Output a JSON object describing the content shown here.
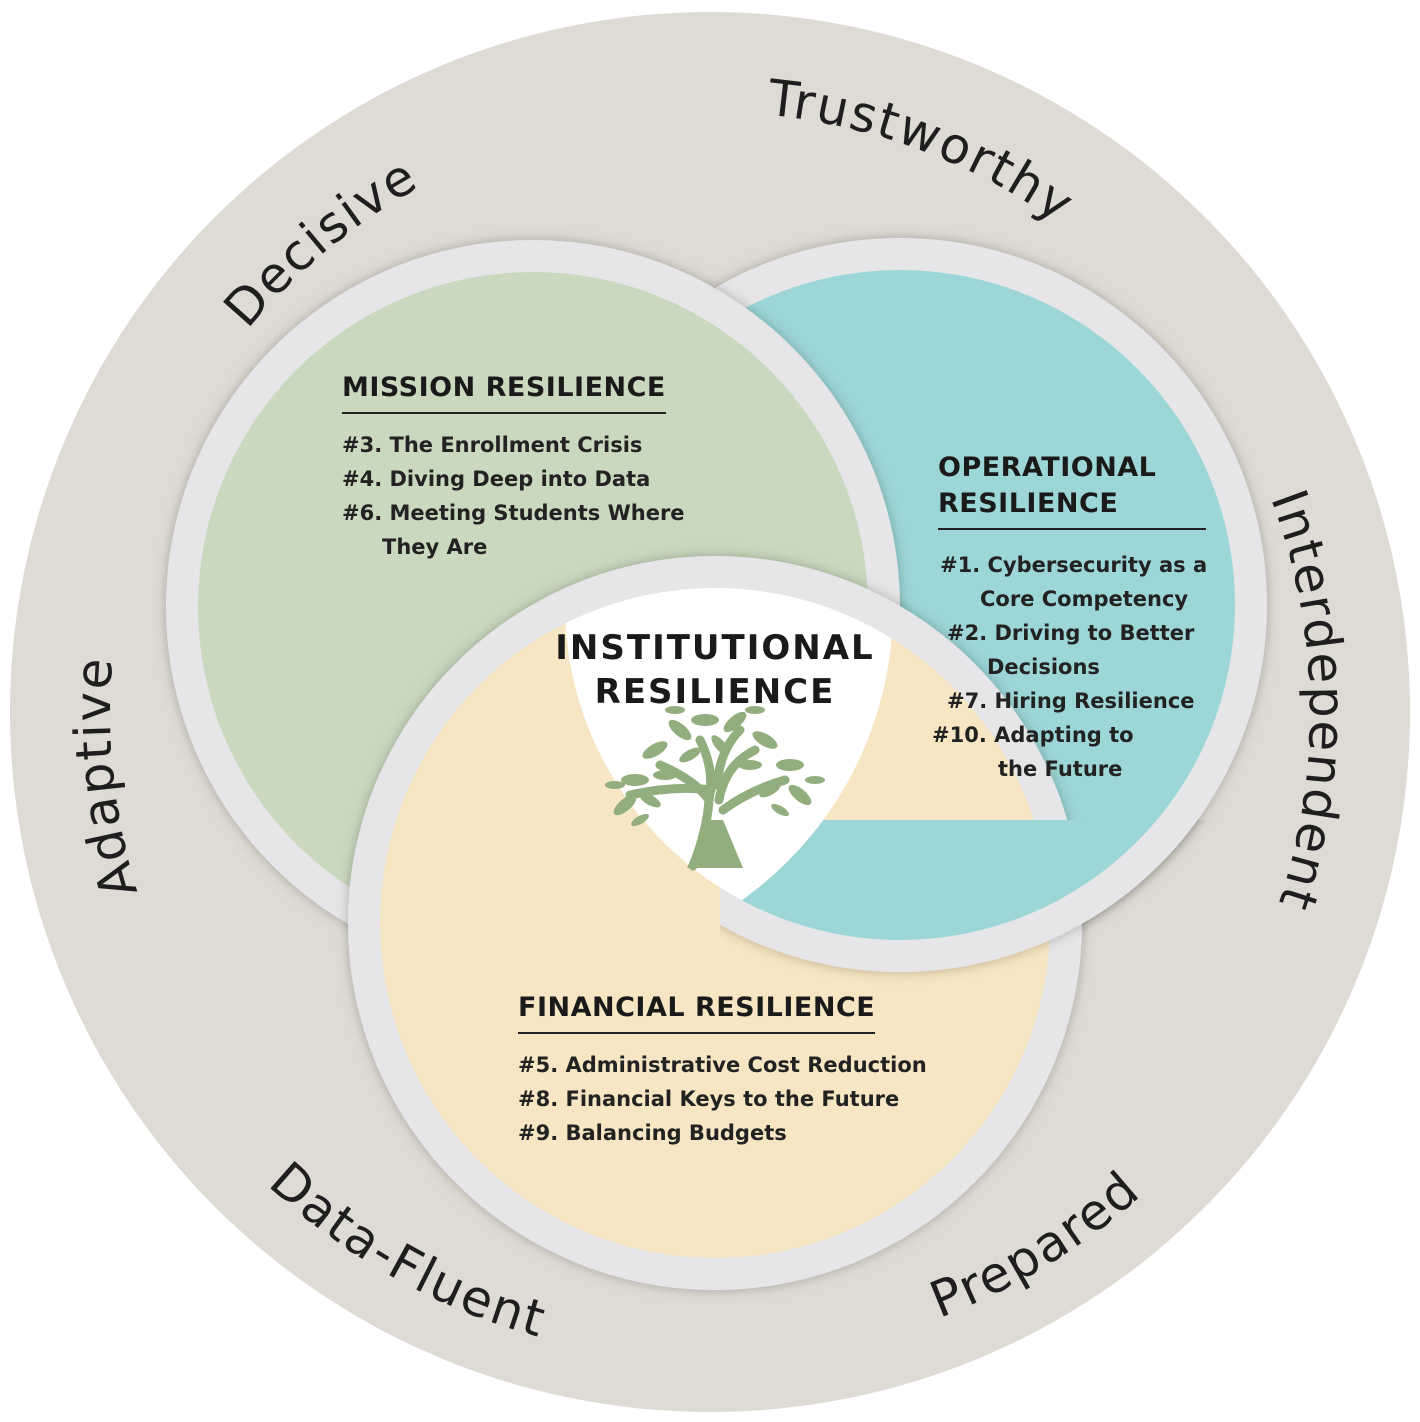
{
  "outer_words": [
    "Trustworthy",
    "Decisive",
    "Adaptive",
    "Interdependent",
    "Data-Fluent",
    "Prepared"
  ],
  "center": {
    "line1": "INSTITUTIONAL",
    "line2": "RESILIENCE",
    "icon": "tree-icon"
  },
  "mission": {
    "heading": "MISSION RESILIENCE",
    "items": [
      "#3. The Enrollment Crisis",
      "#4. Diving Deep into Data",
      "#6. Meeting Students Where",
      "They Are"
    ]
  },
  "operational": {
    "heading1": "OPERATIONAL",
    "heading2": "RESILIENCE",
    "items": [
      "#1. Cybersecurity as a",
      "Core Competency",
      "#2. Driving to Better",
      "Decisions",
      "#7. Hiring Resilience",
      "#10. Adapting to",
      "the Future"
    ]
  },
  "financial": {
    "heading": "FINANCIAL RESILIENCE",
    "items": [
      "#5. Administrative Cost Reduction",
      "#8. Financial Keys to the Future",
      "#9. Balancing Budgets"
    ]
  },
  "colors": {
    "outer": "#dedbd4",
    "ring": "#e6e6e8",
    "mission": "#c9d9bf",
    "operational": "#9dd6d7",
    "financial": "#f6e6c3",
    "tree": "#93ae7e"
  }
}
